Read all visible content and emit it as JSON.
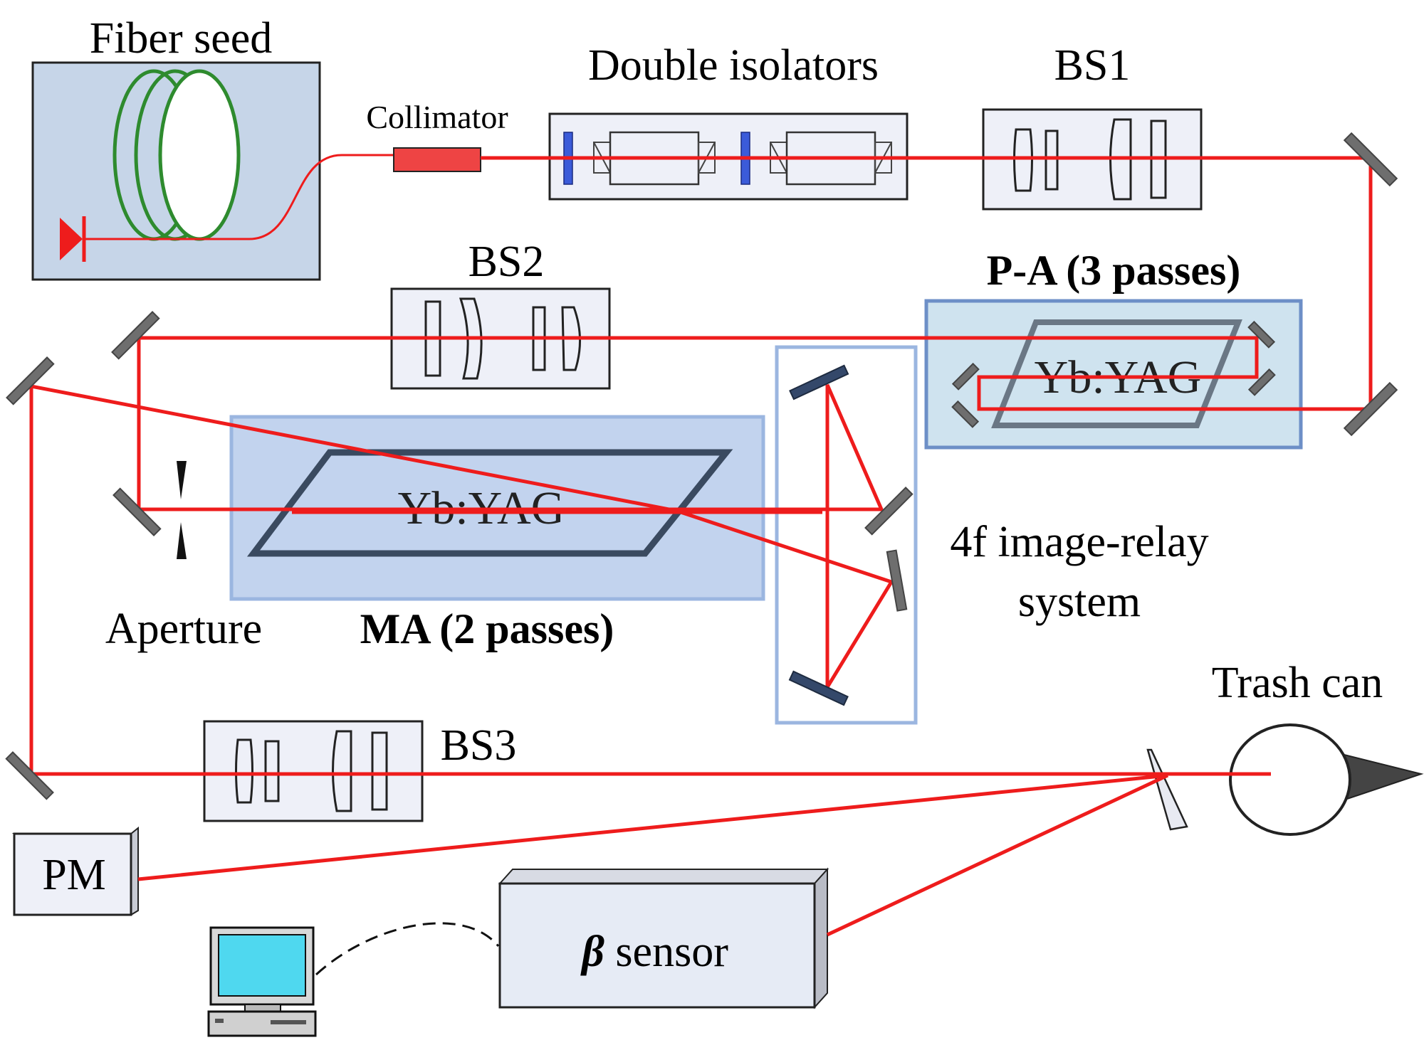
{
  "labels": {
    "fiber_seed": "Fiber seed",
    "collimator": "Collimator",
    "double_isolators": "Double isolators",
    "bs1": "BS1",
    "bs2": "BS2",
    "bs3": "BS3",
    "pa": "P-A (3 passes)",
    "pa_crystal": "Yb:YAG",
    "ma_crystal": "Yb:YAG",
    "ma": "MA (2 passes)",
    "aperture": "Aperture",
    "relay_line1": "4f image-relay",
    "relay_line2": "system",
    "trash_can": "Trash can",
    "pm": "PM",
    "beta_symbol": "β",
    "sensor": " sensor"
  },
  "colors": {
    "beam": "#ee1c1c",
    "fiber_coil": "#2e8b2e",
    "mirror": "#6e6e6e",
    "relay_mirror": "#34486a",
    "pa_box": "#cfe3ef",
    "ma_box": "#c2d3ee",
    "seed_box": "#c6d5e8",
    "isolator_blue": "#3b5bd9"
  },
  "icons": [
    "computer-icon",
    "trash-can-icon",
    "mirror-icon",
    "lens-icon"
  ]
}
